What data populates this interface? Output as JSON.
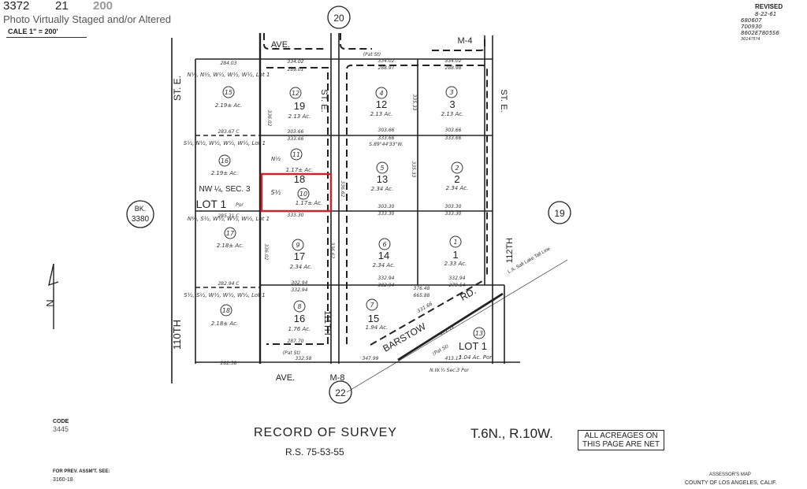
{
  "header": {
    "book": "3372",
    "page": "21",
    "faded_stamp": "200",
    "scale": "CALE 1\" = 200'",
    "watermark": "Photo Virtually Staged and/or Altered",
    "revised_label": "REVISED",
    "revisions": [
      "8-22-61",
      "680607",
      "700930",
      "8602E7805S6",
      "3014?5?4"
    ]
  },
  "footer": {
    "code_label": "CODE",
    "code_value": "3445",
    "title": "RECORD OF SURVEY",
    "rs": "R.S. 75-53-55",
    "township": "T.6N., R.10W.",
    "acreage_note_1": "ALL ACREAGES ON",
    "acreage_note_2": "THIS PAGE ARE NET",
    "prev_label": "FOR PREV. ASSM'T. SEE:",
    "prev_value": "3160-18",
    "map_label": "ASSESSOR'S MAP",
    "county": "COUNTY OF LOS ANGELES, CALIF."
  },
  "map": {
    "highlight_color": "#c0282d",
    "adjacent_pages": [
      "20",
      "22",
      "19"
    ],
    "book_ref": [
      "BK.",
      "3380"
    ],
    "north": "N",
    "streets": [
      "ST. E.",
      "110TH",
      "AVE.",
      "M-4",
      "ST. E.",
      "ST. E.",
      "111TH",
      "112TH",
      "AVE.",
      "M-8",
      "BARSTOW",
      "RD.",
      "L.A. Salt Lake Tall Line"
    ],
    "parcels": [
      {
        "num": "15",
        "desc": "N½, N½, W½, W½, W½, Lot 1",
        "acres": "2.19± Ac."
      },
      {
        "num": "16",
        "desc": "S½, N½, W½, W½, W½, Lot 1",
        "acres": "2.19± Ac."
      },
      {
        "num": "17",
        "desc": "N½, S½, W½, W½, W½, Lot 1",
        "acres": "2.18± Ac."
      },
      {
        "num": "18",
        "desc": "S½, S½, W½, W½, W½, Lot 1",
        "acres": "2.18± Ac."
      },
      {
        "num": "12",
        "desc": "19",
        "acres": "2.13 Ac."
      },
      {
        "num": "11",
        "desc": "N½",
        "acres": "1.17± Ac."
      },
      {
        "num": "10",
        "desc": "18",
        "acres": "1.17± Ac."
      },
      {
        "num": "9",
        "desc": "17",
        "acres": "2.34 Ac."
      },
      {
        "num": "8",
        "desc": "16",
        "acres": "1.76 Ac."
      },
      {
        "num": "4",
        "desc": "12",
        "acres": "2.13 Ac."
      },
      {
        "num": "3",
        "desc": "3",
        "acres": "2.13 Ac."
      },
      {
        "num": "5",
        "desc": "13",
        "acres": "2.34 Ac."
      },
      {
        "num": "2",
        "desc": "2",
        "acres": "2.34 Ac."
      },
      {
        "num": "6",
        "desc": "14",
        "acres": "2.34 Ac."
      },
      {
        "num": "1",
        "desc": "1",
        "acres": "2.33 Ac."
      },
      {
        "num": "7",
        "desc": "15",
        "acres": "1.94 Ac."
      },
      {
        "num": "13",
        "desc": "LOT 1",
        "acres": "1.04 Ac. Por"
      }
    ],
    "labels": [
      "NW ¼, SEC. 3",
      "LOT 1",
      "Por",
      "S½",
      "N.W.¼ Sec.3 Por",
      "(Pat St)",
      "(Pat St)",
      "(Pat St)"
    ],
    "dimensions": [
      "284.03",
      "283.67 C",
      "285.31 C",
      "282.94 C",
      "282.58",
      "334.02",
      "289.01",
      "303.66",
      "333.66",
      "333.30",
      "302.94",
      "332.94",
      "287.70",
      "332.58",
      "334.02",
      "288.97",
      "334.02",
      "288.98",
      "303.66",
      "333.66",
      "S.89°44'33\"W.",
      "303.66",
      "333.66",
      "303.30",
      "333.30",
      "303.30",
      "333.30",
      "332.94",
      "302.94",
      "332.94",
      "279.54",
      "376.48",
      "665.88",
      "331.66",
      "347.99",
      "413.17",
      "471.12",
      "336.02",
      "336.02",
      "335.33",
      "335.33",
      "336.62",
      "336.62"
    ]
  }
}
